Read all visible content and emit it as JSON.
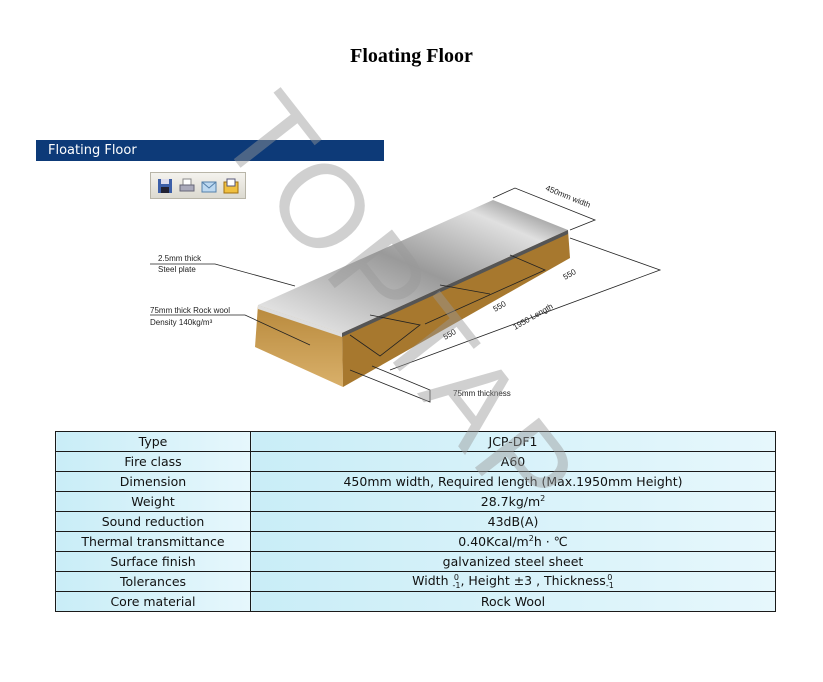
{
  "page_title": "Floating Floor",
  "section_header": "Floating Floor",
  "toolbar": [
    {
      "icon": "save-icon"
    },
    {
      "icon": "print-icon"
    },
    {
      "icon": "email-icon"
    },
    {
      "icon": "folder-icon"
    }
  ],
  "diagram": {
    "steel_label_1": "2.5mm thick",
    "steel_label_2": "Steel plate",
    "wool_label_1": "75mm thick Rock wool",
    "wool_label_2": "Density 140kg/m³",
    "width": "450mm width",
    "span1": "550",
    "span2": "550",
    "span3": "550",
    "length": "1950 Length",
    "thickness": "75mm thickness"
  },
  "watermark": "TOPTAP",
  "specs": [
    {
      "label": "Type",
      "value": "JCP-DF1"
    },
    {
      "label": "Fire class",
      "value": "A60"
    },
    {
      "label": "Dimension",
      "value": "450mm width, Required length (Max.1950mm Height)"
    },
    {
      "label": "Weight",
      "value": "28.7kg/m",
      "sup": "2"
    },
    {
      "label": "Sound reduction",
      "value": "43dB(A)"
    },
    {
      "label": "Thermal transmittance",
      "value": "0.40Kcal/m",
      "sup": "2",
      "value_tail": "h · ℃"
    },
    {
      "label": "Surface finish",
      "value": "galvanized steel sheet"
    },
    {
      "label": "Tolerances",
      "w": "Width ",
      "tol_top": "0",
      "tol_bot": "-1",
      "h": ", Height ±3 , Thickness",
      "t_top": "0",
      "t_bot": "-1"
    },
    {
      "label": "Core material",
      "value": "Rock Wool"
    }
  ]
}
